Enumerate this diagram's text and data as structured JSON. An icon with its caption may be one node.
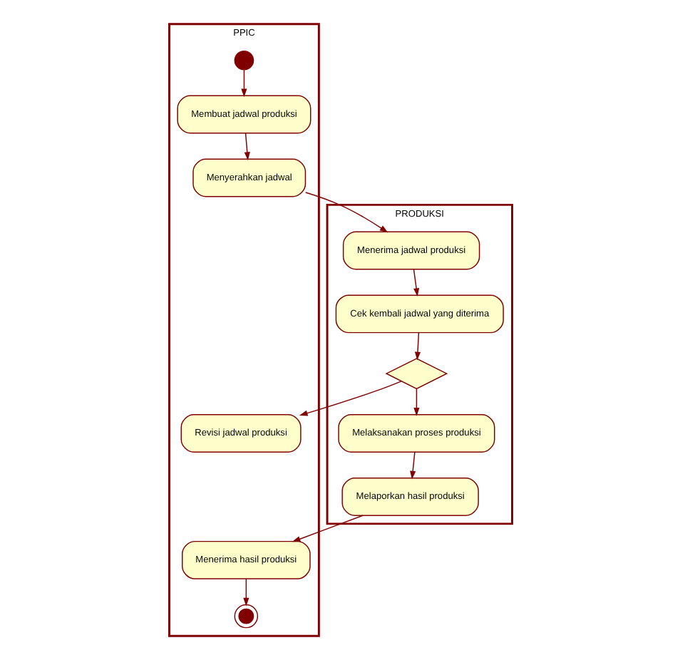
{
  "diagram": {
    "nodes": [
      {
        "text": [
          "PPIC"
        ]
      },
      {
        "text": [
          "PRODUKSI"
        ]
      },
      {
        "text": [],
        "shape": "circle",
        "in": 0
      },
      {
        "text": [
          "Membuat jadwal produksi"
        ],
        "in": 0
      },
      {
        "text": [
          "Menyerahkan jadwal"
        ],
        "in": 0
      },
      {
        "text": [
          "Menerima jadwal produksi"
        ],
        "in": 1
      },
      {
        "text": [
          "Cek kembali jadwal yang diterima"
        ],
        "in": 1
      },
      {
        "text": [],
        "shape": "diamond",
        "in": 1
      },
      {
        "text": [
          "Revisi jadwal produksi"
        ],
        "in": 0
      },
      {
        "text": [
          "Melaksanakan proses produksi"
        ],
        "in": 1
      },
      {
        "text": [
          "Melaporkan hasil produksi"
        ],
        "in": 1
      },
      {
        "text": [
          "Menerima hasil produksi"
        ],
        "in": 0
      },
      {
        "text": [],
        "shape": "bullseye",
        "in": 0
      }
    ],
    "edges": [
      {
        "from": 2,
        "to": 3,
        "arrow": "to"
      },
      {
        "from": 3,
        "to": 4,
        "arrow": "to"
      },
      {
        "from": 4,
        "to": 5,
        "arrow": "to"
      },
      {
        "from": 5,
        "to": 6,
        "arrow": "to"
      },
      {
        "from": 6,
        "to": 7,
        "arrow": "to"
      },
      {
        "from": 7,
        "to": 8,
        "arrow": "to"
      },
      {
        "from": 7,
        "to": 9,
        "arrow": "to"
      },
      {
        "from": 9,
        "to": 10,
        "arrow": "to"
      },
      {
        "from": 10,
        "to": 11,
        "arrow": "to"
      },
      {
        "from": 11,
        "to": 12,
        "arrow": "to"
      }
    ]
  }
}
